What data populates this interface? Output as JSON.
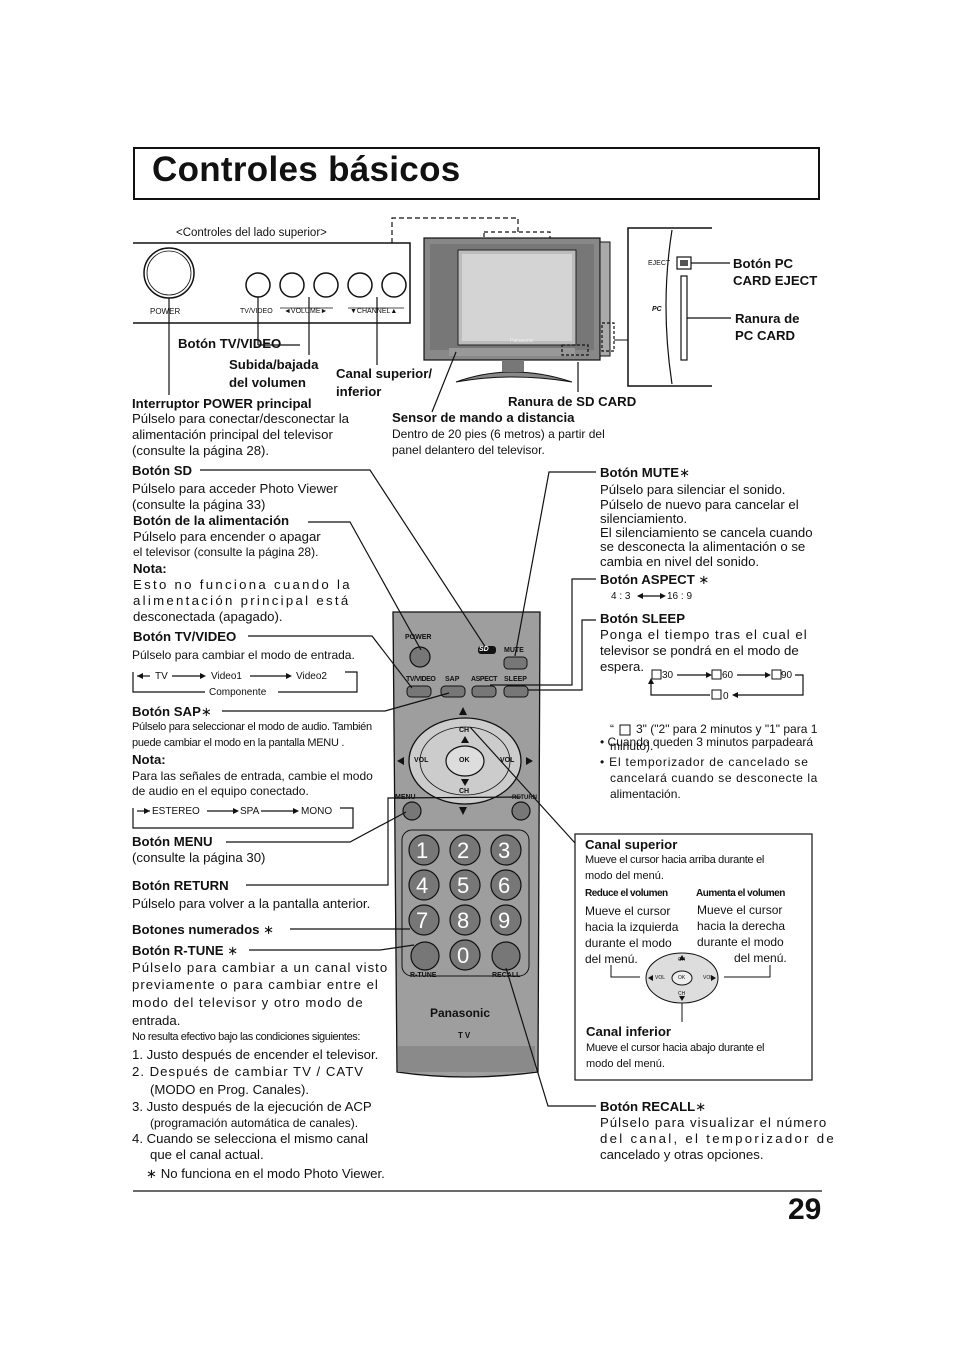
{
  "title": "Controles básicos",
  "page_number": "29",
  "top_panel": {
    "caption": "<Controles del lado superior>",
    "power": "POWER",
    "tvvideo": "TV/VIDEO",
    "volume": "◄VOLUME►",
    "channel": "▼CHANNEL▲",
    "btn_tvvideo": "Botón TV/VIDEO",
    "vol_label_1": "Subida/bajada",
    "vol_label_2": "del volumen",
    "ch_label_1": "Canal superior/",
    "ch_label_2": "inferior",
    "power_title": "Interruptor POWER principal",
    "power_desc_1": "Púlselo para conectar/desconectar la",
    "power_desc_2": "alimentación principal del televisor",
    "power_desc_3": "(consulte la página 28)."
  },
  "side_panel": {
    "eject": "EJECT",
    "pc_card_eject_1": "Botón PC",
    "pc_card_eject_2": "CARD EJECT",
    "pc_card_slot_1": "Ranura de",
    "pc_card_slot_2": "PC CARD",
    "sd_slot": "Ranura de SD CARD",
    "sensor_title": "Sensor de mando a distancia",
    "sensor_desc_1": "Dentro de 20 pies (6 metros) a partir del",
    "sensor_desc_2": "panel delantero del televisor.",
    "brand_small": "Panasonic"
  },
  "left": {
    "sd_title": "Botón SD",
    "sd_desc_1": "Púlselo para acceder Photo Viewer",
    "sd_desc_2": "(consulte la página 33)",
    "power_title": "Botón de la alimentación",
    "power_desc_1": "Púlselo para encender o apagar",
    "power_desc_2": "el televisor (consulte la página 28).",
    "nota": "Nota:",
    "nota_desc_1": "Esto no funciona cuando la",
    "nota_desc_2": "alimentación principal está",
    "nota_desc_3": "desconectada (apagado).",
    "tvvideo_title": "Botón TV/VIDEO",
    "tvvideo_desc": "Púlselo para cambiar el modo de entrada.",
    "tv": "TV",
    "video1": "Video1",
    "video2": "Video2",
    "componente": "Componente",
    "sap_title": "Botón SAP",
    "sap_desc_1": "Púlselo para seleccionar el modo de audio. También",
    "sap_desc_2": "puede cambiar el modo en la pantalla MENU .",
    "nota2": "Nota:",
    "nota2_desc_1": "Para las señales de entrada, cambie el modo",
    "nota2_desc_2": "de audio en el equipo conectado.",
    "estereo": "ESTEREO",
    "spa": "SPA",
    "mono": "MONO",
    "menu_title": "Botón MENU",
    "menu_desc": "(consulte la página 30)",
    "return_title": "Botón RETURN",
    "return_desc": "Púlselo para volver a la pantalla anterior.",
    "num_title": "Botones numerados",
    "rtune_title": "Botón R-TUNE",
    "rtune_desc_1": "Púlselo para cambiar a un canal visto",
    "rtune_desc_2": "previamente o para cambiar entre el",
    "rtune_desc_3": "modo del televisor y otro modo de",
    "rtune_desc_4": "entrada.",
    "no_result": "No resulta efectivo bajo las condiciones siguientes:",
    "cond_1": "1.  Justo después de encender el televisor.",
    "cond_2a": "2.  Después de cambiar TV / CATV",
    "cond_2b": "(MODO en Prog. Canales).",
    "cond_3a": "3.  Justo después de la ejecución de ACP",
    "cond_3b": "(programación automática de canales).",
    "cond_4a": "4.  Cuando se selecciona el mismo canal",
    "cond_4b": "que el canal actual.",
    "footnote": "No funciona en el modo Photo Viewer."
  },
  "right": {
    "mute_title": "Botón MUTE",
    "mute_desc_1": "Púlselo para silenciar el sonido.",
    "mute_desc_2": "Púlselo de nuevo para cancelar el",
    "mute_desc_3": "silenciamiento.",
    "mute_desc_4": "El silenciamiento se cancela cuando",
    "mute_desc_5": "se desconecta la alimentación o se",
    "mute_desc_6": "cambia en nivel del sonido.",
    "aspect_title": "Botón ASPECT",
    "aspect_43": "4 : 3",
    "aspect_169": "16 : 9",
    "sleep_title": "Botón SLEEP",
    "sleep_desc_1": "Ponga el tiempo tras el cual el",
    "sleep_desc_2": "televisor se pondrá en el modo de",
    "sleep_desc_3": "espera.",
    "s30": "30",
    "s60": "60",
    "s90": "90",
    "s0": "0",
    "bullet1_a": "Cuando queden 3 minutos parpadeará",
    "bullet1_b": "3\" (\"2\" para 2 minutos y \"1\" para 1",
    "bullet1_c": "minuto).",
    "bullet2_a": "El temporizador de cancelado se",
    "bullet2_b": "cancelará cuando se desconecte la",
    "bullet2_c": "alimentación.",
    "ch_up_title": "Canal superior",
    "ch_up_desc_1": "Mueve el cursor hacia arriba durante el",
    "ch_up_desc_2": "modo del menú.",
    "vol_down_title": "Reduce el volumen",
    "vol_down_desc_1": "Mueve el cursor",
    "vol_down_desc_2": "hacia la izquierda",
    "vol_down_desc_3": "durante el modo",
    "vol_down_desc_4": "del menú.",
    "vol_up_title": "Aumenta el volumen",
    "vol_up_desc_1": "Mueve el cursor",
    "vol_up_desc_2": "hacia la derecha",
    "vol_up_desc_3": "durante el modo",
    "vol_up_desc_4": "del menú.",
    "ch_down_title": "Canal inferior",
    "ch_down_desc_1": "Mueve el cursor hacia abajo durante el",
    "ch_down_desc_2": "modo del menú.",
    "recall_title": "Botón RECALL",
    "recall_desc_1": "Púlselo para visualizar el número",
    "recall_desc_2": "del canal, el temporizador de",
    "recall_desc_3": "cancelado y otras opciones."
  },
  "remote": {
    "power": "POWER",
    "mute": "MUTE",
    "sd": "SD",
    "tvvideo": "TV/VIDEO",
    "sap": "SAP",
    "aspect": "ASPECT",
    "sleep": "SLEEP",
    "ch": "CH",
    "vol": "VOL",
    "ok": "OK",
    "menu": "MENU",
    "return": "RETURN",
    "digits": [
      "1",
      "2",
      "3",
      "4",
      "5",
      "6",
      "7",
      "8",
      "9",
      "0"
    ],
    "rtune": "R-TUNE",
    "recall": "RECALL",
    "brand": "Panasonic",
    "tv": "TV"
  },
  "asterisk": "∗",
  "aspect_arrow": "⟷"
}
